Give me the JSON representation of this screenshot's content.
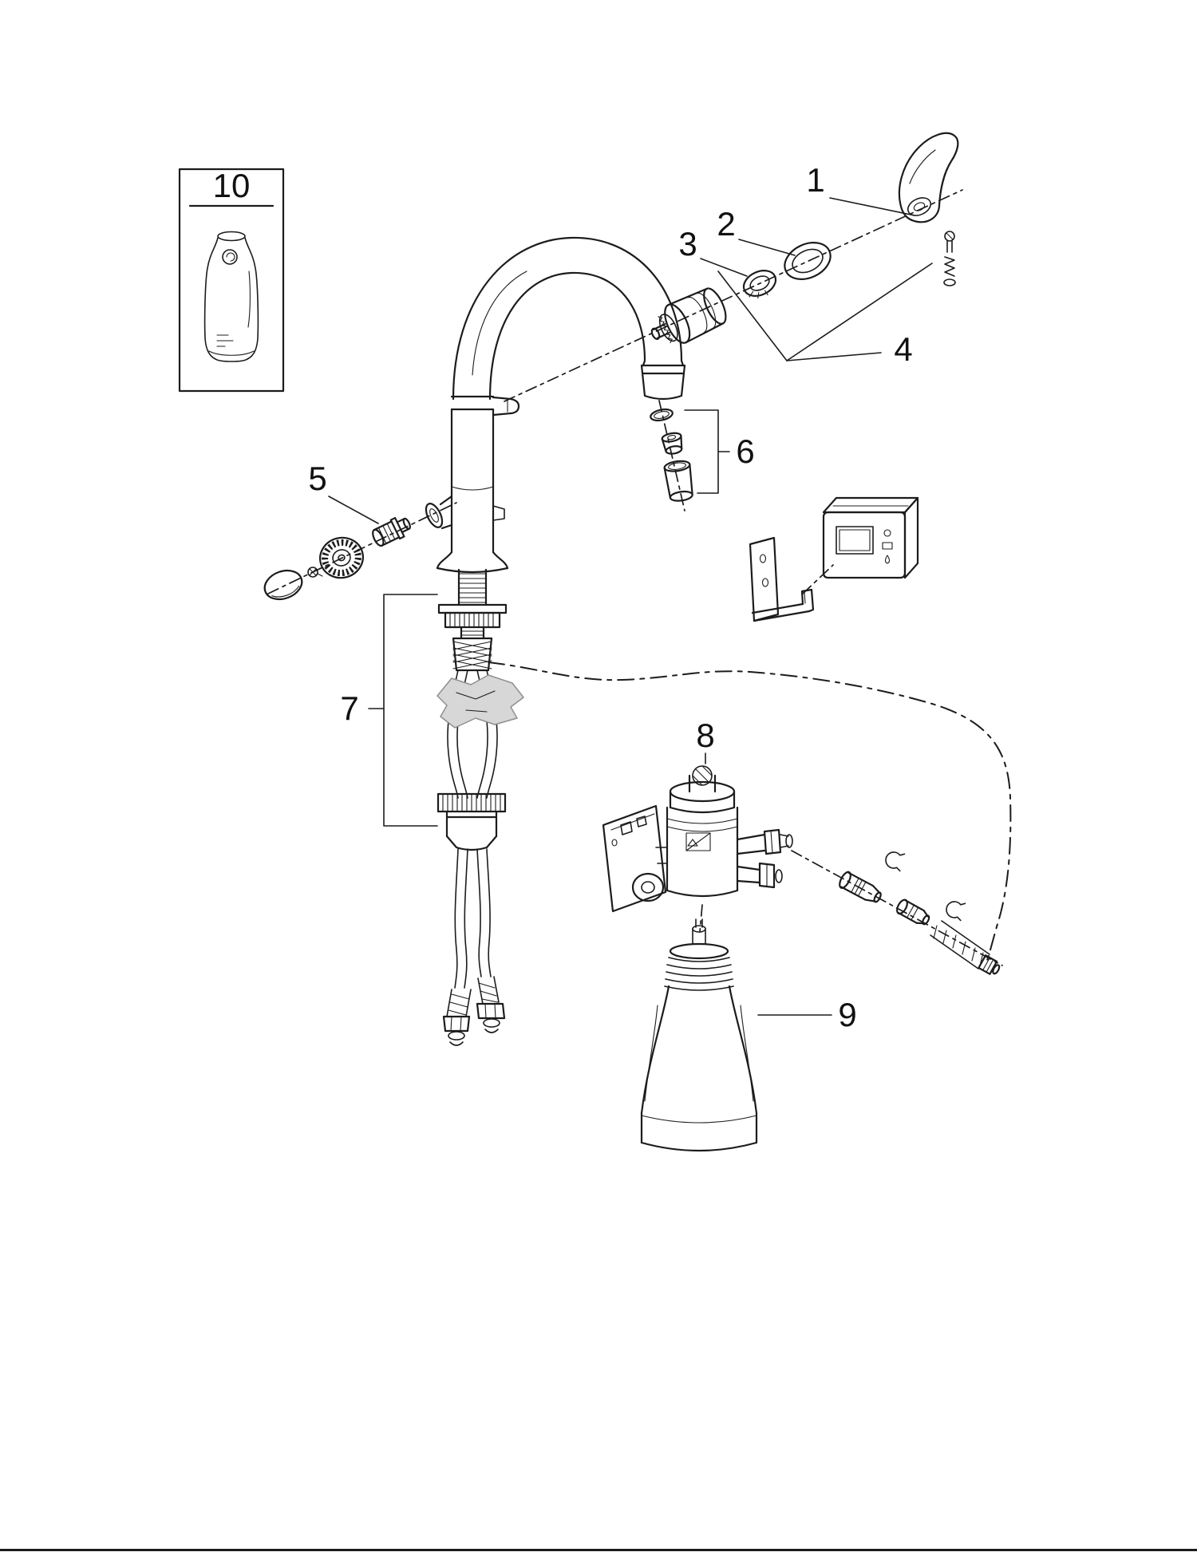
{
  "page": {
    "background": "#ffffff"
  },
  "diagram": {
    "type": "exploded-parts-diagram",
    "line_color": "#1c1c1c",
    "shade_color": "#d7d7d7",
    "callouts": {
      "c1": "1",
      "c2": "2",
      "c3": "3",
      "c4": "4",
      "c5": "5",
      "c6": "6",
      "c7": "7",
      "c8": "8",
      "c9": "9",
      "c10": "10"
    }
  }
}
